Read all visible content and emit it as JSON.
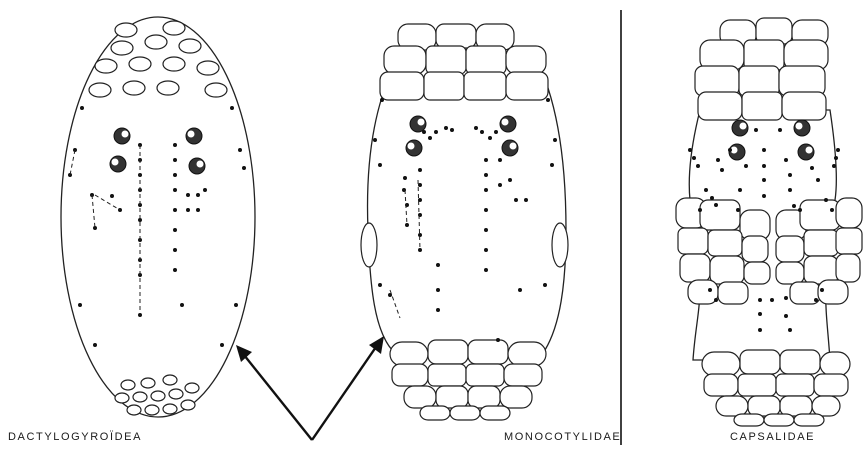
{
  "labels": {
    "dactylogyroidea": "DACTYLOGYROÏDEA",
    "monocotylidae": "MONOCOTYLIDAE",
    "capsalidae": "CAPSALIDAE"
  },
  "colors": {
    "ink": "#111111",
    "background": "#ffffff"
  }
}
